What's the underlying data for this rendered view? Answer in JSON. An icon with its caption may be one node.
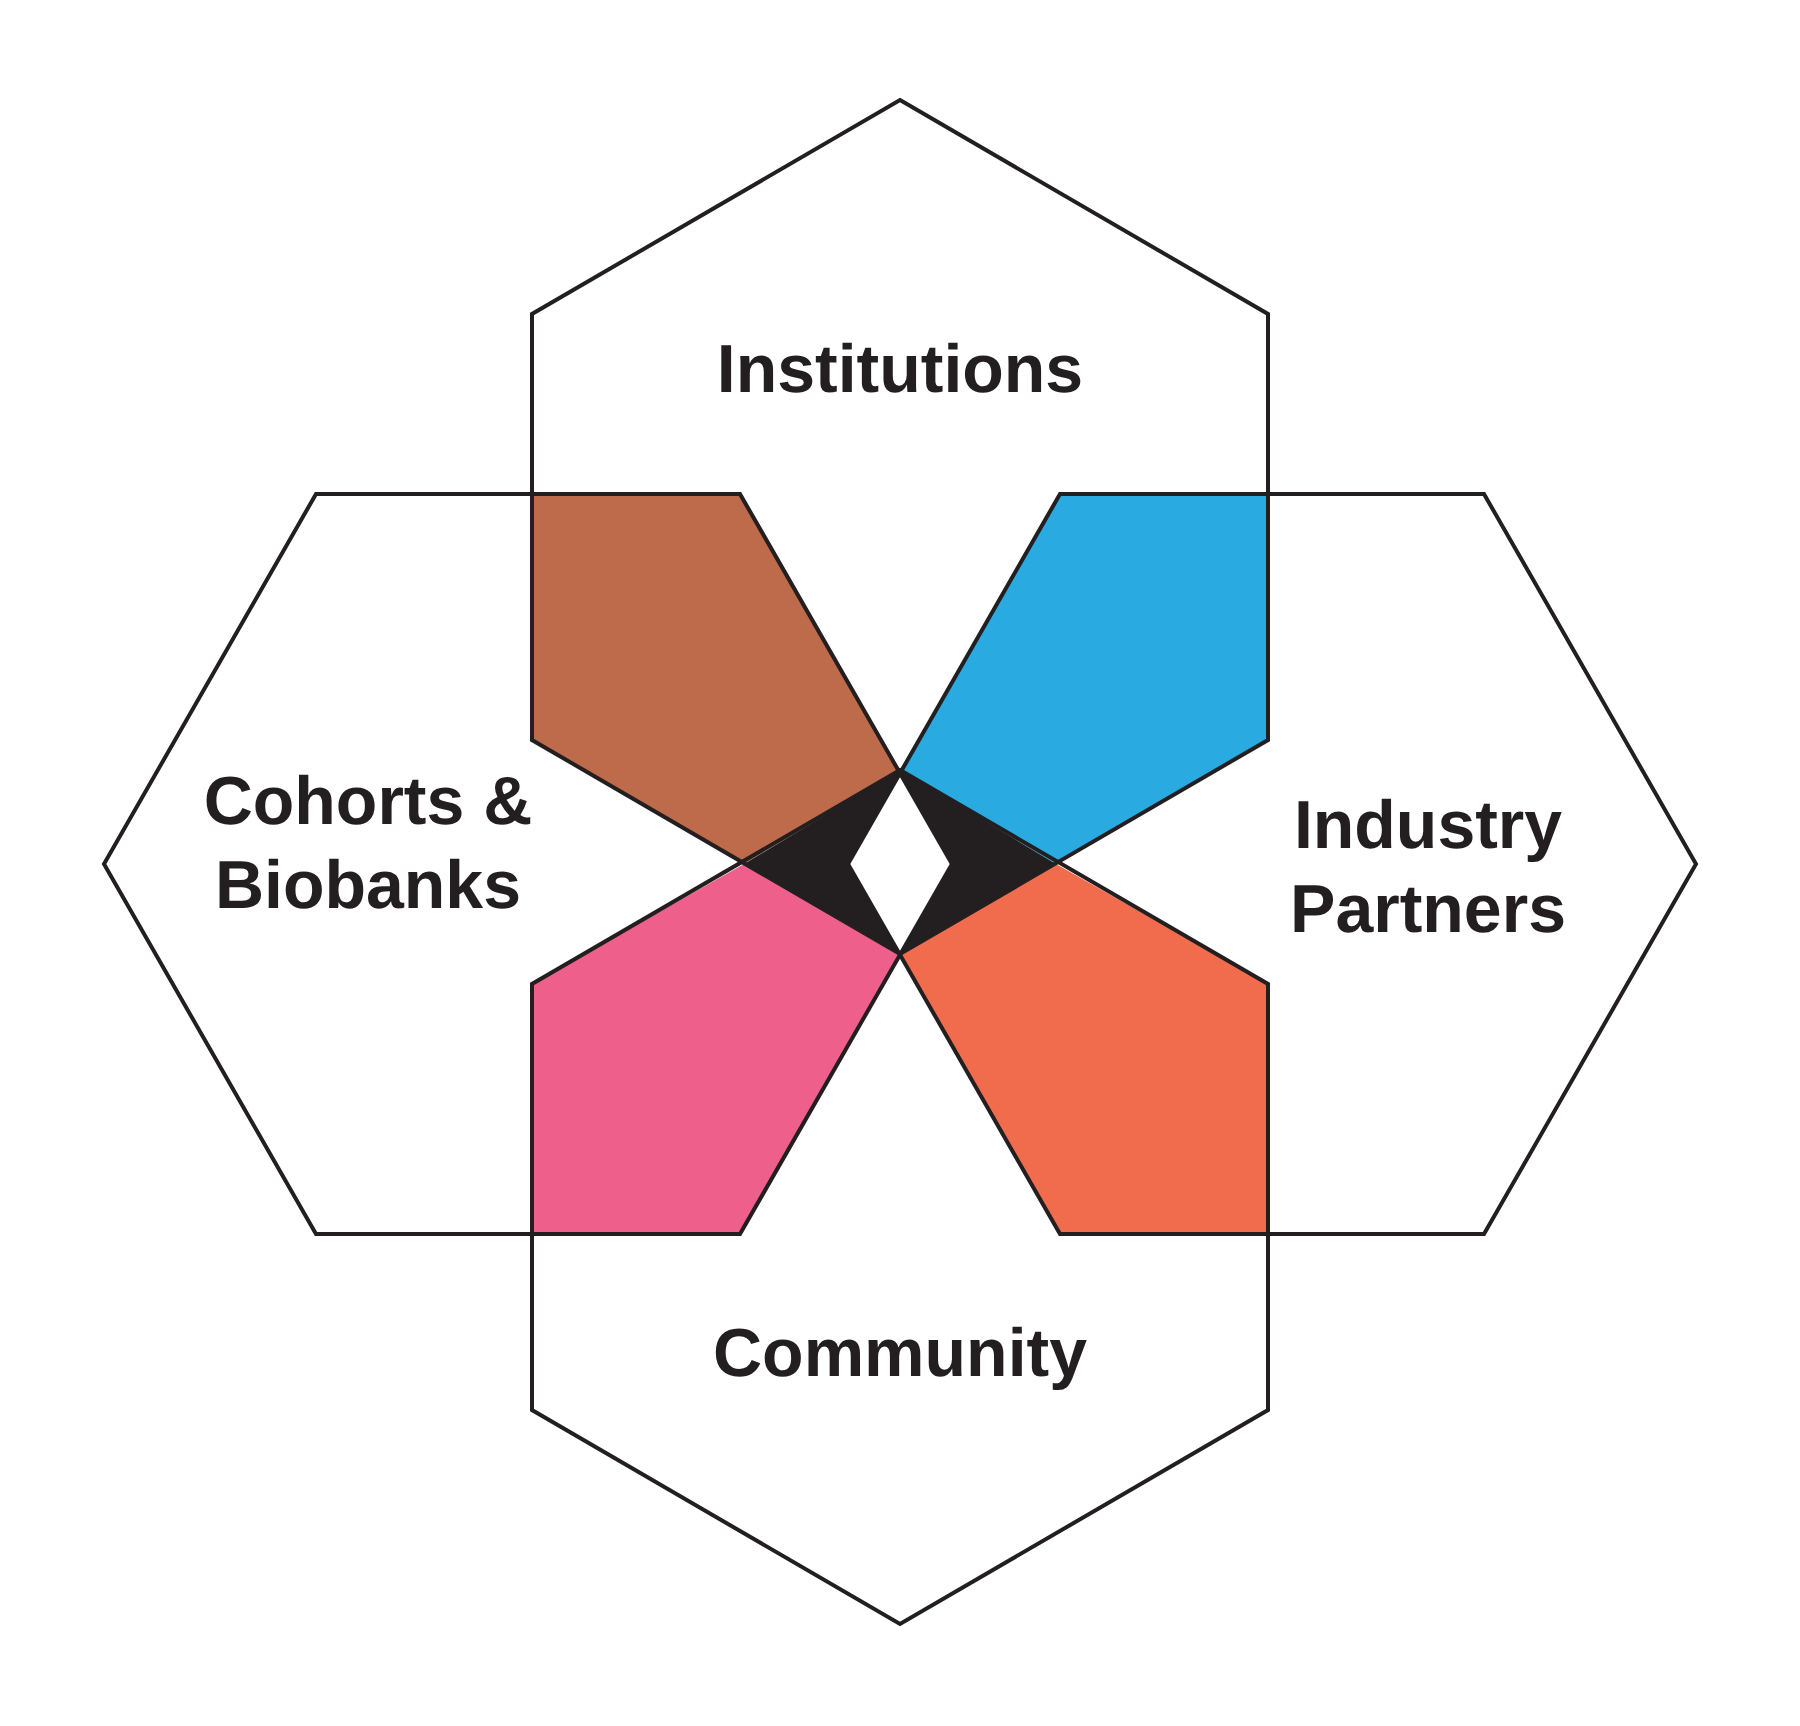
{
  "diagram": {
    "nodes": [
      {
        "text": [
          "Institutions"
        ]
      },
      {
        "text": [
          "Cohorts & Biobanks"
        ]
      },
      {
        "text": [
          "Industry Partners"
        ]
      },
      {
        "text": [
          "Community"
        ]
      }
    ]
  }
}
